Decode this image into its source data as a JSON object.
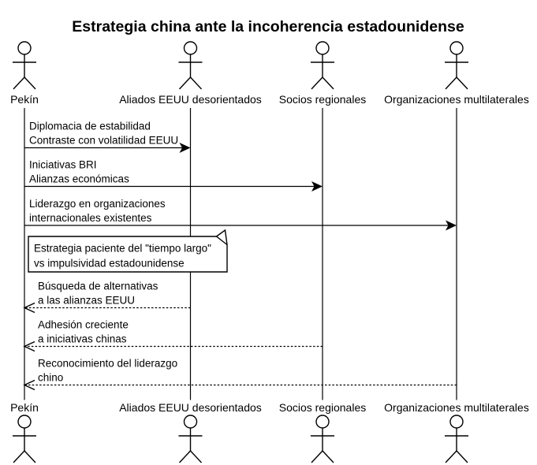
{
  "diagram": {
    "title": "Estrategia china ante la incoherencia estadounidense",
    "actors": [
      {
        "name": "Pekín"
      },
      {
        "name": "Aliados EEUU desorientados"
      },
      {
        "name": "Socios regionales"
      },
      {
        "name": "Organizaciones multilaterales"
      }
    ],
    "messages": [
      {
        "from": "Pekín",
        "to": "Aliados EEUU desorientados",
        "type": "solid",
        "line1": "Diplomacia de estabilidad",
        "line2": "Contraste con volatilidad EEUU"
      },
      {
        "from": "Pekín",
        "to": "Socios regionales",
        "type": "solid",
        "line1": "Iniciativas BRI",
        "line2": "Alianzas económicas"
      },
      {
        "from": "Pekín",
        "to": "Organizaciones multilaterales",
        "type": "solid",
        "line1": "Liderazgo en organizaciones",
        "line2": "internacionales existentes"
      },
      {
        "from": "Aliados EEUU desorientados",
        "to": "Pekín",
        "type": "dashed",
        "line1": "Búsqueda de alternativas",
        "line2": "a las alianzas EEUU"
      },
      {
        "from": "Socios regionales",
        "to": "Pekín",
        "type": "dashed",
        "line1": "Adhesión creciente",
        "line2": "a iniciativas chinas"
      },
      {
        "from": "Organizaciones multilaterales",
        "to": "Pekín",
        "type": "dashed",
        "line1": "Reconocimiento del liderazgo",
        "line2": "chino"
      }
    ],
    "note": {
      "line1": "Estrategia paciente del \"tiempo largo\"",
      "line2": "vs impulsividad estadounidense"
    },
    "colors": {
      "line": "#000000",
      "text": "#000000",
      "background": "#ffffff"
    }
  }
}
